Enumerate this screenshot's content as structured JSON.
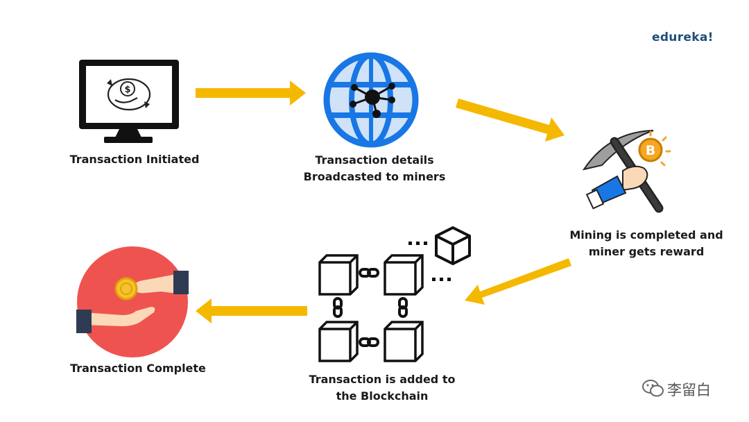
{
  "brand": "edureka!",
  "watermark": "李留白",
  "steps": [
    {
      "label_lines": [
        "Transaction Initiated"
      ],
      "icon": "monitor-money-icon"
    },
    {
      "label_lines": [
        "Transaction details",
        "Broadcasted to miners"
      ],
      "icon": "network-globe-icon"
    },
    {
      "label_lines": [
        "Mining is completed and",
        "miner gets reward"
      ],
      "icon": "pickaxe-bitcoin-icon"
    },
    {
      "label_lines": [
        "Transaction is added to",
        "the Blockchain"
      ],
      "icon": "blockchain-icon"
    },
    {
      "label_lines": [
        "Transaction Complete"
      ],
      "icon": "hand-coin-icon"
    }
  ],
  "colors": {
    "arrow": "#f5b800",
    "globe": "#1877e5",
    "globe_fill": "#cfe2f8",
    "circle_red": "#ef5350",
    "coin": "#f5a623",
    "brand": "#1f4e79"
  }
}
